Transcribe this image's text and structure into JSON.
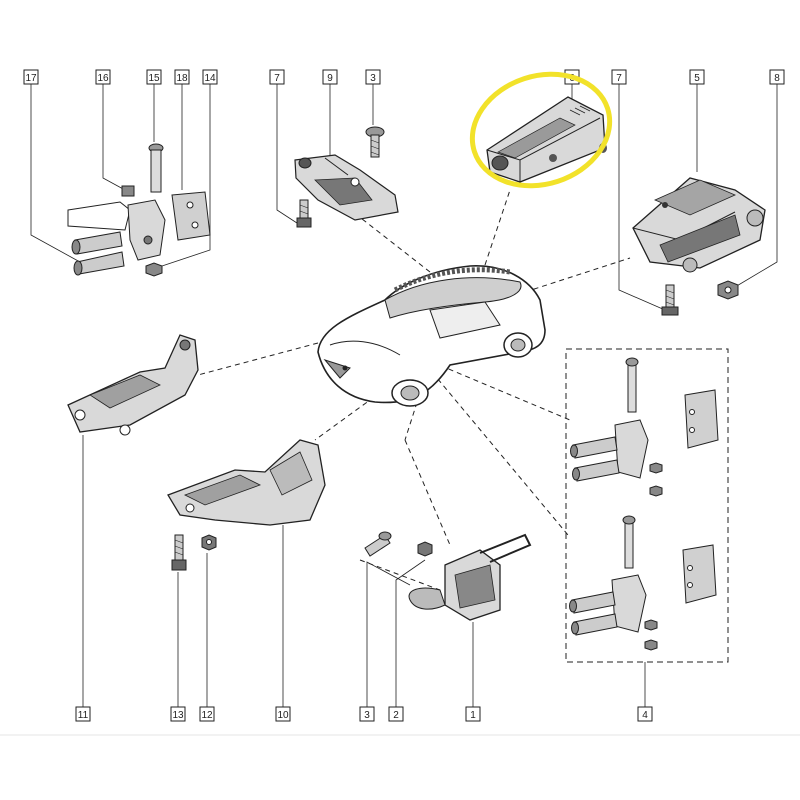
{
  "callouts": [
    {
      "id": "17",
      "label": "17"
    },
    {
      "id": "16",
      "label": "16"
    },
    {
      "id": "15",
      "label": "15"
    },
    {
      "id": "18",
      "label": "18"
    },
    {
      "id": "14",
      "label": "14"
    },
    {
      "id": "7a",
      "label": "7"
    },
    {
      "id": "9",
      "label": "9"
    },
    {
      "id": "3a",
      "label": "3"
    },
    {
      "id": "6",
      "label": "6"
    },
    {
      "id": "7b",
      "label": "7"
    },
    {
      "id": "5",
      "label": "5"
    },
    {
      "id": "8",
      "label": "8"
    },
    {
      "id": "11",
      "label": "11"
    },
    {
      "id": "13",
      "label": "13"
    },
    {
      "id": "12",
      "label": "12"
    },
    {
      "id": "10",
      "label": "10"
    },
    {
      "id": "3b",
      "label": "3"
    },
    {
      "id": "2",
      "label": "2"
    },
    {
      "id": "1",
      "label": "1"
    },
    {
      "id": "4",
      "label": "4"
    }
  ],
  "colors": {
    "line": "#222222",
    "part_fill": "#d9d9d9",
    "part_dark": "#555555",
    "highlight": "#f2e22a"
  },
  "highlighted_part": "6"
}
